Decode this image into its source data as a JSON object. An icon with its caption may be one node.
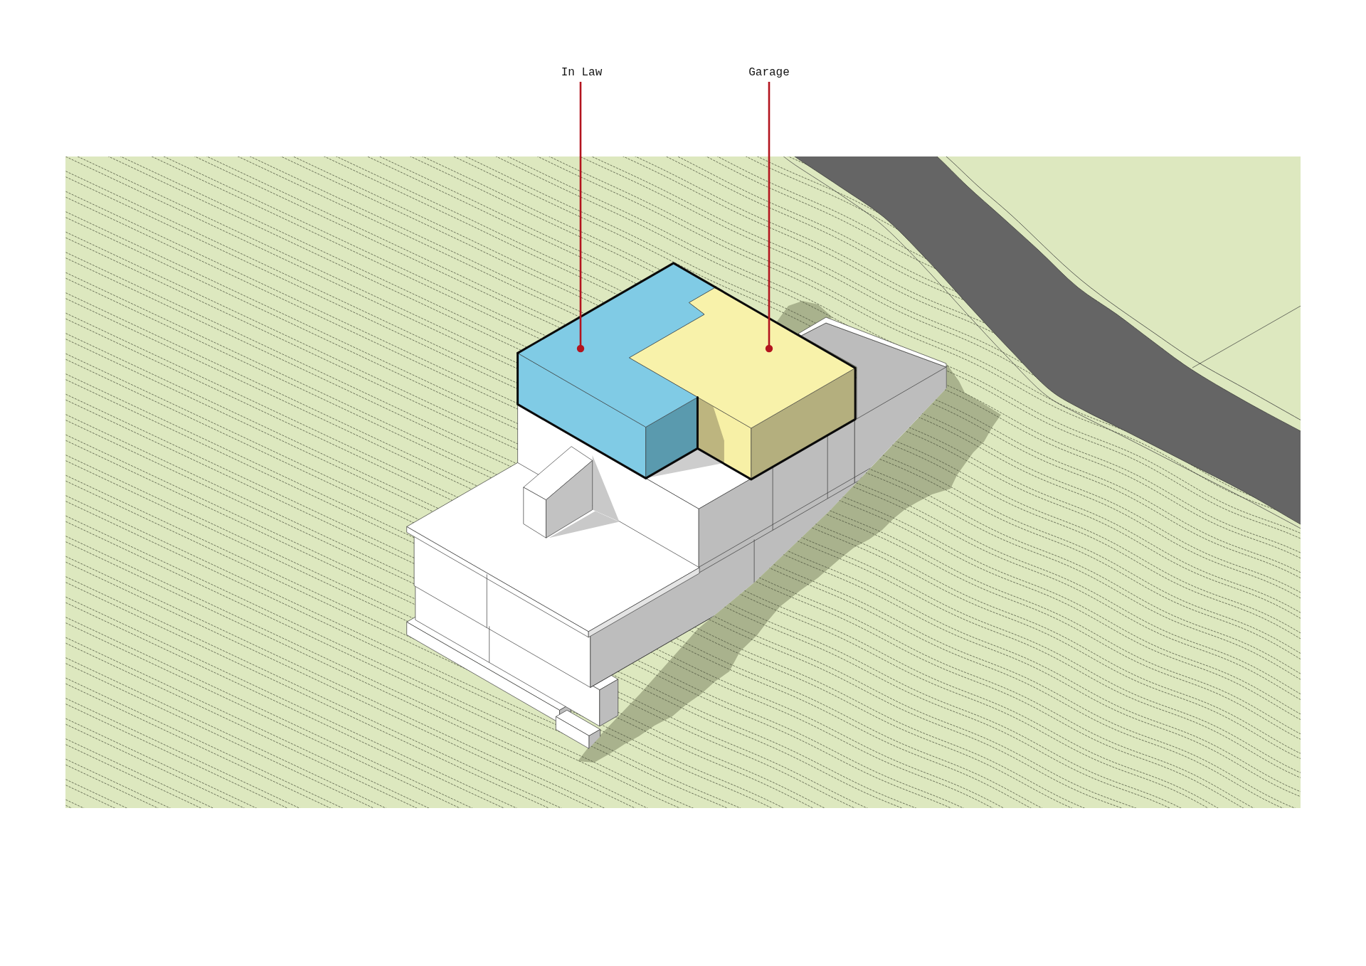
{
  "diagram": {
    "nodes": [
      {
        "text": [
          "In Law"
        ]
      },
      {
        "text": [
          "Garage"
        ]
      },
      {
        "text": [],
        "shape": "box"
      },
      {
        "text": [],
        "shape": "box"
      }
    ],
    "edges": [
      {
        "from": 0,
        "to": 2,
        "arrow": "other"
      },
      {
        "from": 1,
        "to": 3,
        "arrow": "other"
      }
    ]
  }
}
